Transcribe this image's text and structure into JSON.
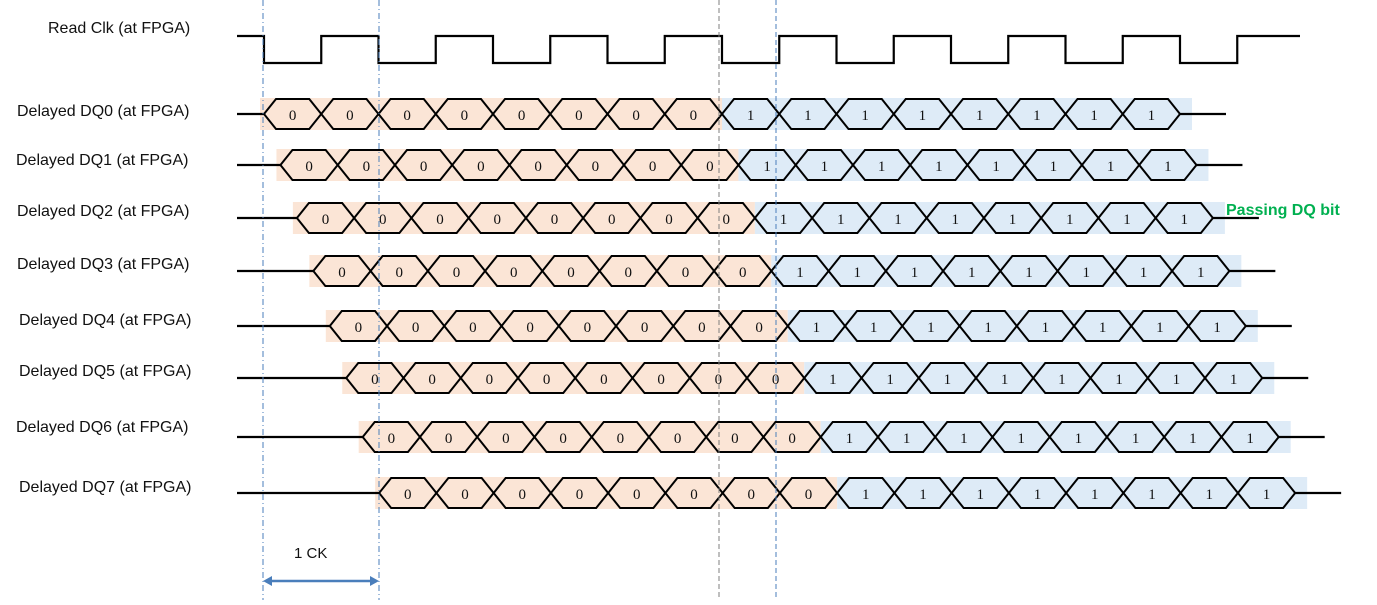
{
  "clock": {
    "label": "Read Clk (at FPGA)",
    "cycles": 9
  },
  "rows": [
    {
      "label": "Delayed DQ0 (at FPGA)",
      "bits": [
        "0",
        "0",
        "0",
        "0",
        "0",
        "0",
        "0",
        "0",
        "1",
        "1",
        "1",
        "1",
        "1",
        "1",
        "1",
        "1"
      ]
    },
    {
      "label": "Delayed DQ1 (at FPGA)",
      "bits": [
        "0",
        "0",
        "0",
        "0",
        "0",
        "0",
        "0",
        "0",
        "1",
        "1",
        "1",
        "1",
        "1",
        "1",
        "1",
        "1"
      ]
    },
    {
      "label": "Delayed DQ2 (at FPGA)",
      "bits": [
        "0",
        "0",
        "0",
        "0",
        "0",
        "0",
        "0",
        "0",
        "1",
        "1",
        "1",
        "1",
        "1",
        "1",
        "1",
        "1"
      ]
    },
    {
      "label": "Delayed DQ3 (at FPGA)",
      "bits": [
        "0",
        "0",
        "0",
        "0",
        "0",
        "0",
        "0",
        "0",
        "1",
        "1",
        "1",
        "1",
        "1",
        "1",
        "1",
        "1"
      ]
    },
    {
      "label": "Delayed DQ4 (at FPGA)",
      "bits": [
        "0",
        "0",
        "0",
        "0",
        "0",
        "0",
        "0",
        "0",
        "1",
        "1",
        "1",
        "1",
        "1",
        "1",
        "1",
        "1"
      ]
    },
    {
      "label": "Delayed DQ5 (at FPGA)",
      "bits": [
        "0",
        "0",
        "0",
        "0",
        "0",
        "0",
        "0",
        "0",
        "1",
        "1",
        "1",
        "1",
        "1",
        "1",
        "1",
        "1"
      ]
    },
    {
      "label": "Delayed DQ6 (at FPGA)",
      "bits": [
        "0",
        "0",
        "0",
        "0",
        "0",
        "0",
        "0",
        "0",
        "1",
        "1",
        "1",
        "1",
        "1",
        "1",
        "1",
        "1"
      ]
    },
    {
      "label": "Delayed DQ7 (at FPGA)",
      "bits": [
        "0",
        "0",
        "0",
        "0",
        "0",
        "0",
        "0",
        "0",
        "1",
        "1",
        "1",
        "1",
        "1",
        "1",
        "1",
        "1"
      ]
    }
  ],
  "annotation": {
    "passing_label": "Passing DQ bit",
    "passing_row": 2
  },
  "measure": {
    "label": "1 CK"
  },
  "colors": {
    "zero_bg": "#fbe5d6",
    "one_bg": "#deebf7",
    "pass": "#00b050",
    "marker": "#4a7ebb",
    "guide": "#7f7f7f"
  }
}
